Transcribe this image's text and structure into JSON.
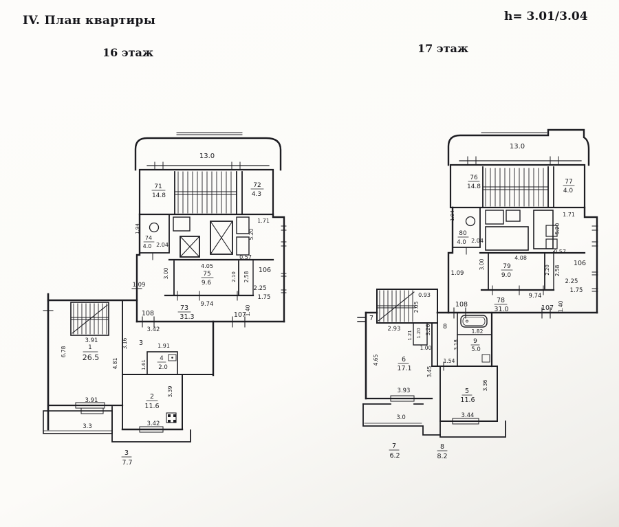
{
  "header": {
    "section_title": "IV. План квартиры",
    "height_note": "h= 3.01/3.04"
  },
  "floor16": {
    "title": "16 этаж",
    "labels": {
      "balcony_area": "13.0",
      "r71_no": "71",
      "r71_area": "14.8",
      "r72_no": "72",
      "r72_area": "4.3",
      "d171": "1.71",
      "d520": "5.20",
      "d057": "0.57",
      "r74_no": "74",
      "r74_area": "4.0",
      "d204": "2.04",
      "d194": "1.94",
      "d405": "4.05",
      "r75_no": "75",
      "r75_area": "9.6",
      "d300": "3.00",
      "d210": "2.10",
      "d258": "2.58",
      "w106": "106",
      "d225": "2.25",
      "d175": "1.75",
      "d140": "1.40",
      "d974": "9.74",
      "r73_no": "73",
      "r73_area": "31.3",
      "w108": "108",
      "w107": "107",
      "d109": "1.09",
      "d342a": "3.42",
      "d316": "3.16",
      "r3_no": "3",
      "d191": "1.91",
      "r4_no": "4",
      "r4_area": "2.0",
      "d161": "1.61",
      "d481": "4.81",
      "r1_no": "1",
      "r1_area": "26.5",
      "d678": "6.78",
      "d391a": "3.91",
      "d391b": "3.91",
      "d33": "3.3",
      "r2_no": "2",
      "r2_area": "11.6",
      "d339": "3.39",
      "d342b": "3.42",
      "lg3_no": "3",
      "lg3_area": "7.7"
    }
  },
  "floor17": {
    "title": "17 этаж",
    "labels": {
      "balcony_area": "13.0",
      "r76_no": "76",
      "r76_area": "14.8",
      "r77_no": "77",
      "r77_area": "4.0",
      "d171": "1.71",
      "d520": "5.20",
      "d057": "0.57",
      "r80_no": "80",
      "r80_area": "4.0",
      "d204": "2.04",
      "d194": "1.94",
      "d408": "4.08",
      "r79_no": "79",
      "r79_area": "9.0",
      "d300": "3.00",
      "d220": "2.20",
      "d258": "2.58",
      "d109": "1.09",
      "w106": "106",
      "d225": "2.25",
      "d175": "1.75",
      "d140": "1.40",
      "d974": "9.74",
      "r78_no": "78",
      "r78_area": "31.0",
      "w108": "108",
      "w107": "107",
      "d093": "0.93",
      "d205": "2.05",
      "r7_no": "7",
      "d293": "2.93",
      "d121": "1.21",
      "d120": "1.20",
      "d326": "3.26",
      "r8_no": "8",
      "tub_dim": "1.82",
      "r9_no": "9",
      "r9_area": "5.0",
      "d318": "3.18",
      "d100": "1.00",
      "r6_no": "6",
      "r6_area": "17.1",
      "d465": "4.65",
      "d345": "3.45",
      "d154": "1.54",
      "d393": "3.93",
      "r5_no": "5",
      "r5_area": "11.6",
      "d336": "3.36",
      "d344": "3.44",
      "d30": "3.0",
      "lg7_no": "7",
      "lg7_area": "6.2",
      "lg8_no": "8",
      "lg8_area": "8.2"
    }
  }
}
